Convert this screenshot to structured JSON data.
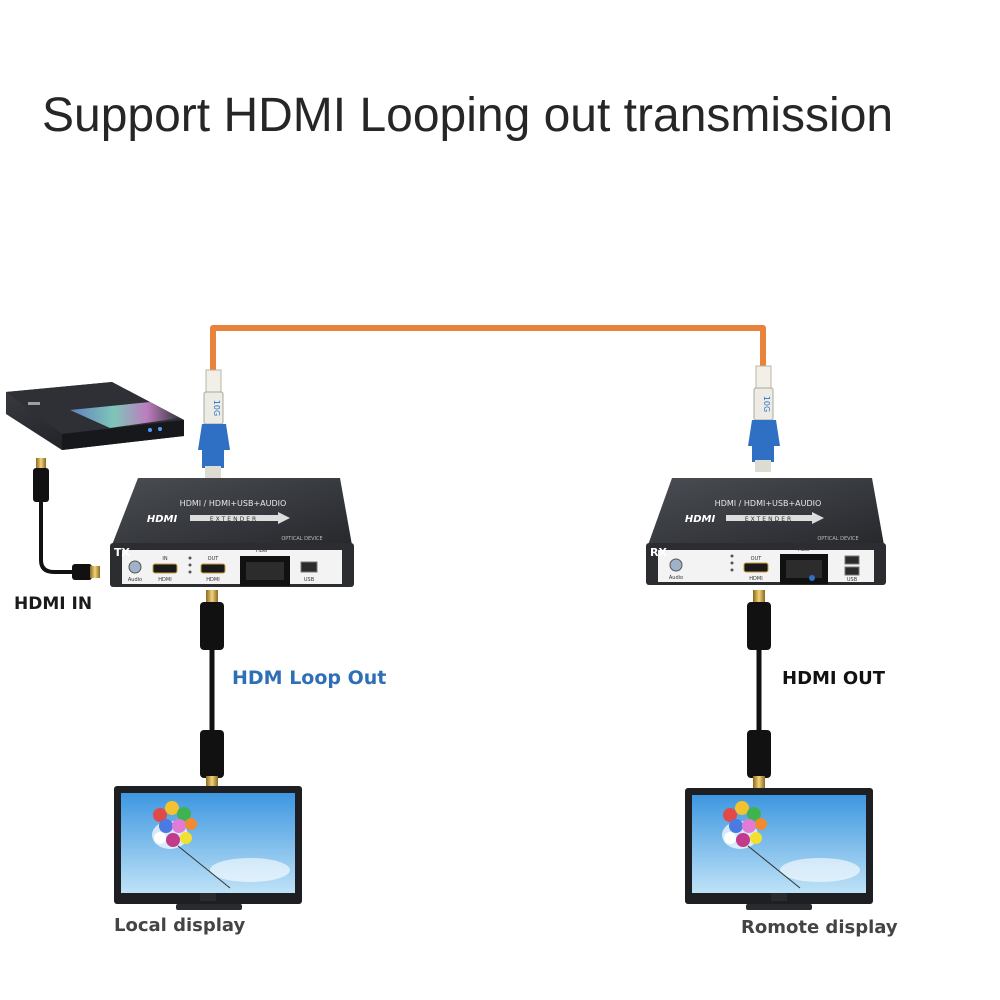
{
  "title": "Support HDMI Looping out transmission",
  "labels": {
    "hdmi_in": "HDMI IN",
    "loop_out": "HDM Loop Out",
    "hdmi_out": "HDMI OUT",
    "local_display": "Local display",
    "remote_display": "Romote display"
  },
  "tx_device": {
    "tag": "TX",
    "header": "HDMI / HDMI+USB+AUDIO",
    "brand": "HDMI",
    "model": "EXTENDER",
    "footer": "OPTICAL DEVICE",
    "port_audio": "Audio",
    "port_in": "IN",
    "port_out": "OUT",
    "port_hdmi_1": "HDMI",
    "port_hdmi_2": "HDMI",
    "port_fiber": "Fiber",
    "port_usb": "USB"
  },
  "rx_device": {
    "tag": "RX",
    "header": "HDMI / HDMI+USB+AUDIO",
    "brand": "HDMI",
    "model": "EXTENDER",
    "footer": "OPTICAL DEVICE",
    "port_audio": "Audio",
    "port_out": "OUT",
    "port_hdmi": "HDMI",
    "port_fiber": "Fiber",
    "port_usb": "USB"
  },
  "connector_label": "10G",
  "colors": {
    "fiber": "#e9823a",
    "connector_blue": "#2f6fc4",
    "device_body": "#2b2d31",
    "cable": "#111111",
    "gold": "#c9a23a",
    "loop_label": "#2e6fb5"
  }
}
